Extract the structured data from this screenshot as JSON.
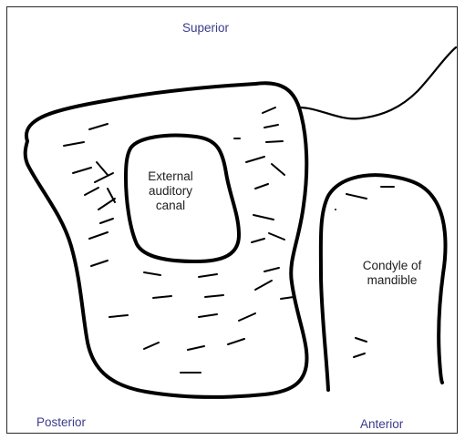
{
  "directions": {
    "superior": "Superior",
    "posterior": "Posterior",
    "anterior": "Anterior"
  },
  "structures": {
    "canal": "External auditory canal",
    "condyle": "Condyle of mandible"
  },
  "colors": {
    "direction_label": "#3b3b8c",
    "outline": "#000000"
  }
}
